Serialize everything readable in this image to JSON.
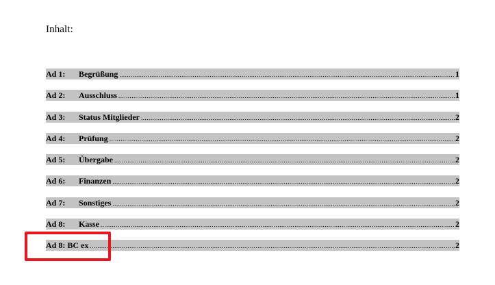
{
  "document": {
    "heading": "Inhalt:",
    "toc": [
      {
        "number": "Ad 1:",
        "title": "Begrüßung",
        "page": "1"
      },
      {
        "number": "Ad 2:",
        "title": "Ausschluss",
        "page": "1"
      },
      {
        "number": "Ad 3:",
        "title": "Status Mitglieder",
        "page": "2"
      },
      {
        "number": "Ad 4:",
        "title": "Prüfung",
        "page": "2"
      },
      {
        "number": "Ad 5:",
        "title": "Übergabe",
        "page": "2"
      },
      {
        "number": "Ad 6:",
        "title": "Finanzen",
        "page": "2"
      },
      {
        "number": "Ad 7:",
        "title": "Sonstiges",
        "page": "2"
      },
      {
        "number": "Ad 8:",
        "title": "Kasse",
        "page": "2"
      },
      {
        "number": "",
        "title": "Ad 8: BC ex",
        "page": "2"
      }
    ]
  },
  "annotation": {
    "highlight_color": "#e8141e"
  },
  "colors": {
    "field_shading": "#c3c3c3"
  }
}
